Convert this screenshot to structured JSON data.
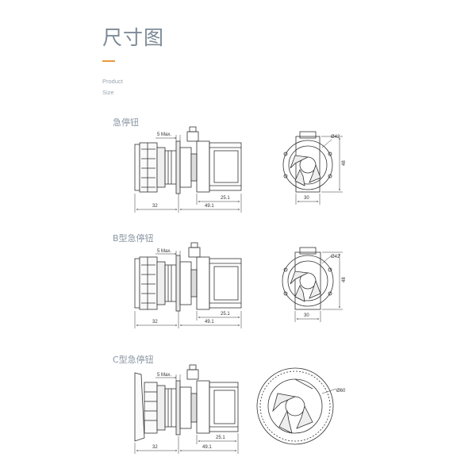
{
  "header": {
    "title": "尺寸图",
    "subtitle_line1": "Product",
    "subtitle_line2": "Size",
    "accent_color": "#e89a3c"
  },
  "sections": [
    {
      "title": "急停钮",
      "dims": {
        "max": "5 Max.",
        "d_front": "32",
        "d_total": "49.1",
        "d_rear": "25.1",
        "d_width": "30",
        "d_height": "48",
        "d_dia": "Ø42"
      }
    },
    {
      "title": "B型急停钮",
      "dims": {
        "max": "5 Max.",
        "d_front": "32",
        "d_total": "49.1",
        "d_rear": "25.1",
        "d_width": "30",
        "d_height": "48",
        "d_dia": "Ø42"
      }
    },
    {
      "title": "C型急停钮",
      "dims": {
        "max": "5 Max.",
        "d_front": "32",
        "d_total": "49.1",
        "d_rear": "25.1",
        "d_dia": "Ø60"
      }
    }
  ]
}
